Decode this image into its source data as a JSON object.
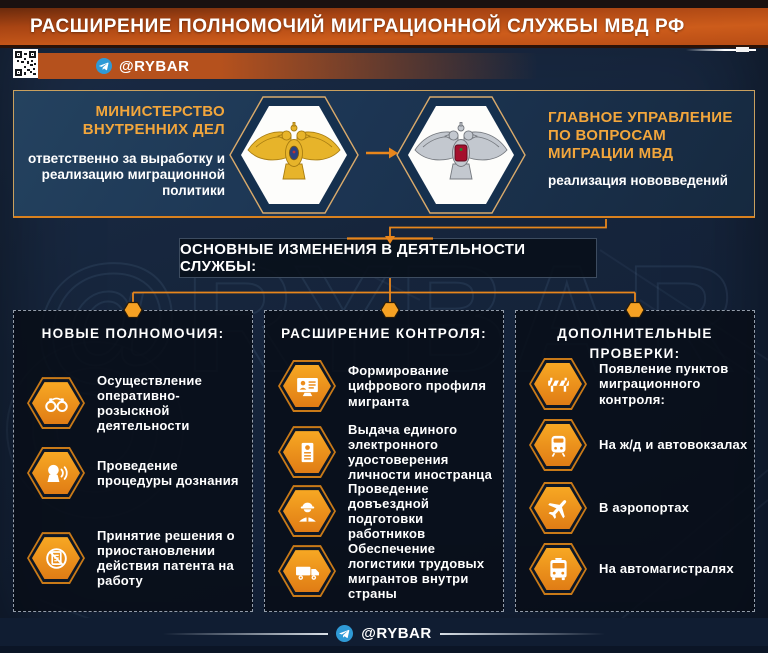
{
  "header": {
    "title": "РАСШИРЕНИЕ ПОЛНОМОЧИЙ МИГРАЦИОННОЙ СЛУЖБЫ МВД РФ"
  },
  "branding": {
    "telegram_handle": "@RYBAR",
    "footer_handle": "@RYBAR",
    "watermark_text": "@RYBAR"
  },
  "org_flow": {
    "source": {
      "title": "МИНИСТЕРСТВО ВНУТРЕННИХ ДЕЛ",
      "description": "ответственно за выработку и реализацию миграционной политики",
      "emblem": "mvd-gold-eagle-emblem"
    },
    "target": {
      "title": "ГЛАВНОЕ УПРАВЛЕНИЕ ПО ВОПРОСАМ МИГРАЦИИ МВД",
      "description": "реализация нововведений",
      "emblem": "guvm-silver-eagle-emblem"
    }
  },
  "banner": {
    "text": "ОСНОВНЫЕ ИЗМЕНЕНИЯ В ДЕЯТЕЛЬНОСТИ СЛУЖБЫ:"
  },
  "columns": [
    {
      "title": "НОВЫЕ ПОЛНОМОЧИЯ:",
      "items": [
        {
          "icon": "handcuffs-icon",
          "text": "Осуществление оперативно-розыскной деятельности"
        },
        {
          "icon": "interrogation-icon",
          "text": "Проведение процедуры дознания"
        },
        {
          "icon": "patent-suspend-icon",
          "text": "Принятие решения о приостановлении действия патента на работу"
        }
      ]
    },
    {
      "title": "РАСШИРЕНИЕ КОНТРОЛЯ:",
      "items": [
        {
          "icon": "digital-profile-icon",
          "text": "Формирование цифрового профиля мигранта"
        },
        {
          "icon": "id-card-icon",
          "text": "Выдача единого электронного удостоверения личности иностранца"
        },
        {
          "icon": "worker-icon",
          "text": "Проведение довъездной подготовки работников"
        },
        {
          "icon": "truck-icon",
          "text": "Обеспечение логистики трудовых мигрантов внутри страны"
        }
      ]
    },
    {
      "title": "ДОПОЛНИТЕЛЬНЫЕ ПРОВЕРКИ:",
      "items": [
        {
          "icon": "barrier-icon",
          "text": "Появление пунктов миграционного контроля:"
        },
        {
          "icon": "train-icon",
          "text": "На ж/д и автовокзалах"
        },
        {
          "icon": "airplane-icon",
          "text": "В аэропортах"
        },
        {
          "icon": "bus-icon",
          "text": "На автомагистралях"
        }
      ]
    }
  ],
  "colors": {
    "accent_orange": "#e8861c",
    "hex_icon_orange": "#f0941e",
    "header_orange": "#c4561a",
    "panel_gold_text": "#f2a63c",
    "background_navy": "#16253c",
    "telegram_blue": "#2f9ad6"
  }
}
